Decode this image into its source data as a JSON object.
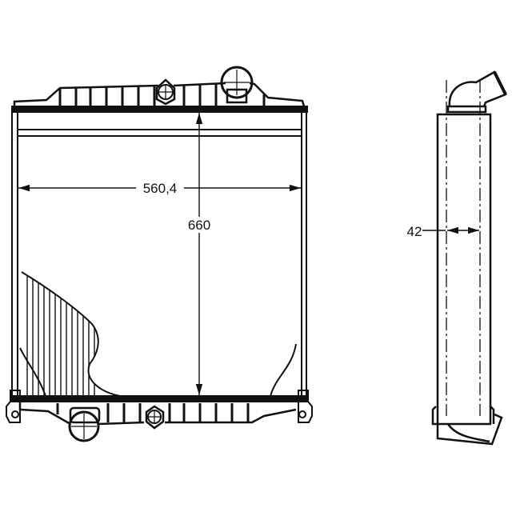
{
  "drawing": {
    "front_view": {
      "width_dimension": "560,4",
      "height_dimension": "660"
    },
    "side_view": {
      "depth_dimension": "42"
    },
    "line_color": "#111111",
    "background_color": "#ffffff"
  }
}
